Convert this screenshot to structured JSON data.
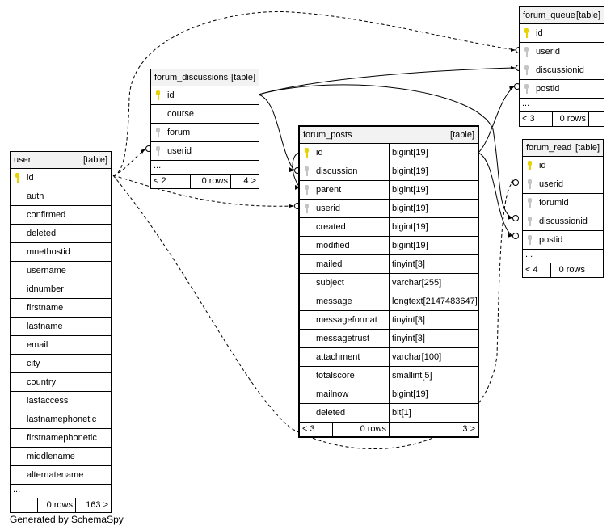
{
  "tables": {
    "user": {
      "name": "user",
      "tag": "[table]",
      "columns": [
        "id",
        "auth",
        "confirmed",
        "deleted",
        "mnethostid",
        "username",
        "idnumber",
        "firstname",
        "lastname",
        "email",
        "city",
        "country",
        "lastaccess",
        "lastnamephonetic",
        "firstnamephonetic",
        "middlename",
        "alternatename"
      ],
      "ellipsis": "...",
      "parents": "",
      "rows": "0 rows",
      "children": "163 >"
    },
    "forum_discussions": {
      "name": "forum_discussions",
      "tag": "[table]",
      "columns": [
        "id",
        "course",
        "forum",
        "userid"
      ],
      "ellipsis": "...",
      "parents": "< 2",
      "rows": "0 rows",
      "children": "4 >"
    },
    "forum_posts": {
      "name": "forum_posts",
      "tag": "[table]",
      "columns": [
        {
          "name": "id",
          "type": "bigint[19]"
        },
        {
          "name": "discussion",
          "type": "bigint[19]"
        },
        {
          "name": "parent",
          "type": "bigint[19]"
        },
        {
          "name": "userid",
          "type": "bigint[19]"
        },
        {
          "name": "created",
          "type": "bigint[19]"
        },
        {
          "name": "modified",
          "type": "bigint[19]"
        },
        {
          "name": "mailed",
          "type": "tinyint[3]"
        },
        {
          "name": "subject",
          "type": "varchar[255]"
        },
        {
          "name": "message",
          "type": "longtext[2147483647]"
        },
        {
          "name": "messageformat",
          "type": "tinyint[3]"
        },
        {
          "name": "messagetrust",
          "type": "tinyint[3]"
        },
        {
          "name": "attachment",
          "type": "varchar[100]"
        },
        {
          "name": "totalscore",
          "type": "smallint[5]"
        },
        {
          "name": "mailnow",
          "type": "bigint[19]"
        },
        {
          "name": "deleted",
          "type": "bit[1]"
        }
      ],
      "parents": "< 3",
      "rows": "0 rows",
      "children": "3 >"
    },
    "forum_queue": {
      "name": "forum_queue",
      "tag": "[table]",
      "columns": [
        "id",
        "userid",
        "discussionid",
        "postid"
      ],
      "ellipsis": "...",
      "parents": "< 3",
      "rows": "0 rows",
      "children": ""
    },
    "forum_read": {
      "name": "forum_read",
      "tag": "[table]",
      "columns": [
        "id",
        "userid",
        "forumid",
        "discussionid",
        "postid"
      ],
      "ellipsis": "...",
      "parents": "< 4",
      "rows": "0 rows",
      "children": ""
    }
  },
  "footer_text": "Generated by SchemaSpy"
}
